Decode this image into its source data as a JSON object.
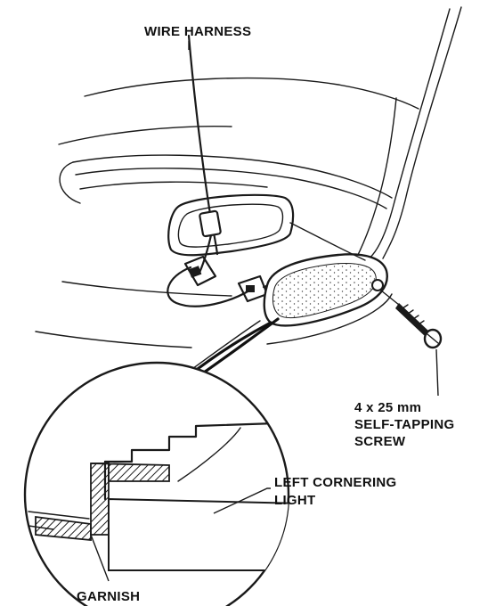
{
  "diagram": {
    "labels": {
      "wire_harness": "WIRE HARNESS",
      "screw_line1": "4 x 25 mm",
      "screw_line2": "SELF-TAPPING",
      "screw_line3": "SCREW",
      "light_line1": "LEFT CORNERING",
      "light_line2": "LIGHT",
      "garnish": "GARNISH"
    },
    "colors": {
      "ink": "#1a1a1a",
      "paper": "#ffffff"
    }
  }
}
